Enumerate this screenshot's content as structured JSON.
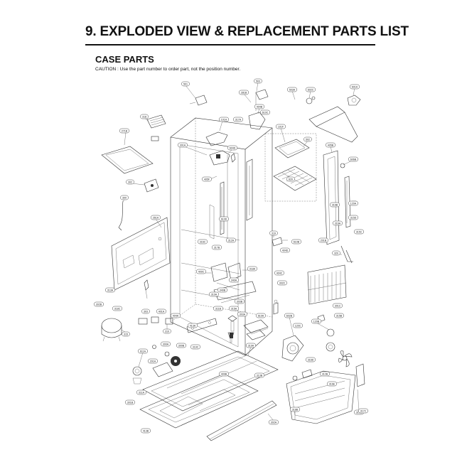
{
  "header": {
    "title": "9. EXPLODED VIEW & REPLACEMENT PARTS LIST"
  },
  "section": {
    "title": "CASE PARTS",
    "caution": "CAUTION : Use the part number to order part, not the position number."
  },
  "callouts": [
    "501",
    "503",
    "281B",
    "503A",
    "602C",
    "601A",
    "404B",
    "101A",
    "271B",
    "318",
    "301A",
    "604D",
    "405F",
    "302",
    "300",
    "261A",
    "101F",
    "502",
    "405B",
    "606B",
    "620",
    "120A",
    "319",
    "320",
    "409C",
    "318A",
    "602B",
    "120B",
    "310",
    "315",
    "611A",
    "319A",
    "318B",
    "319B",
    "302A",
    "313A",
    "302B",
    "318C",
    "303",
    "401A",
    "404A",
    "413A",
    "319C",
    "300A",
    "201A",
    "300B",
    "311A",
    "301B",
    "413B",
    "313B",
    "409B",
    "120C",
    "610A",
    "303A",
    "404C",
    "340A",
    "340B",
    "310A",
    "315A",
    "311B",
    "404D",
    "610B",
    "302C",
    "303B",
    "201B",
    "301C",
    "315B",
    "315C",
    "316A",
    "316B",
    "610C",
    "317A",
    "610D",
    "312A",
    "317B",
    "316C",
    "315D",
    "316D",
    "312B",
    "316E",
    "317C"
  ],
  "icons": {
    "diagram": "exploded-view-refrigerator-case",
    "bubble": "part-number-callout"
  }
}
